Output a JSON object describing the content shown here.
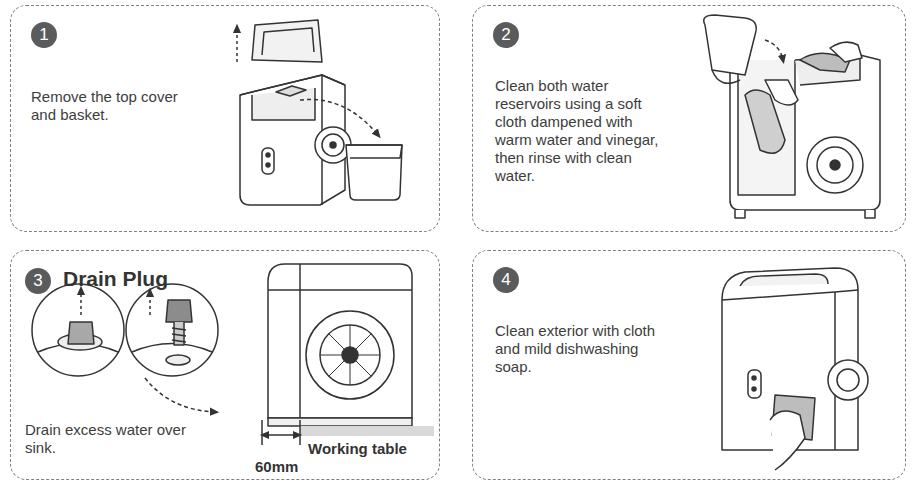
{
  "diagram": {
    "nodes": [
      {
        "text": [
          "Remove the top cover and basket."
        ]
      },
      {
        "text": [
          "1"
        ],
        "in": 0
      },
      {
        "text": [
          "Clean both water reservoirs using a soft cloth dampened with warm water and vinegar, then rinse with clean water."
        ]
      },
      {
        "text": [
          "2"
        ],
        "in": 2
      },
      {
        "text": [
          "Drain Plug",
          "Drain excess water over sink."
        ]
      },
      {
        "text": [
          "3"
        ],
        "in": 4
      },
      {
        "text": [
          "Clean exterior with cloth and mild dishwashing soap."
        ]
      },
      {
        "text": [
          "4"
        ],
        "in": 6
      }
    ],
    "labels": [
      "60mm",
      "Working table"
    ]
  }
}
